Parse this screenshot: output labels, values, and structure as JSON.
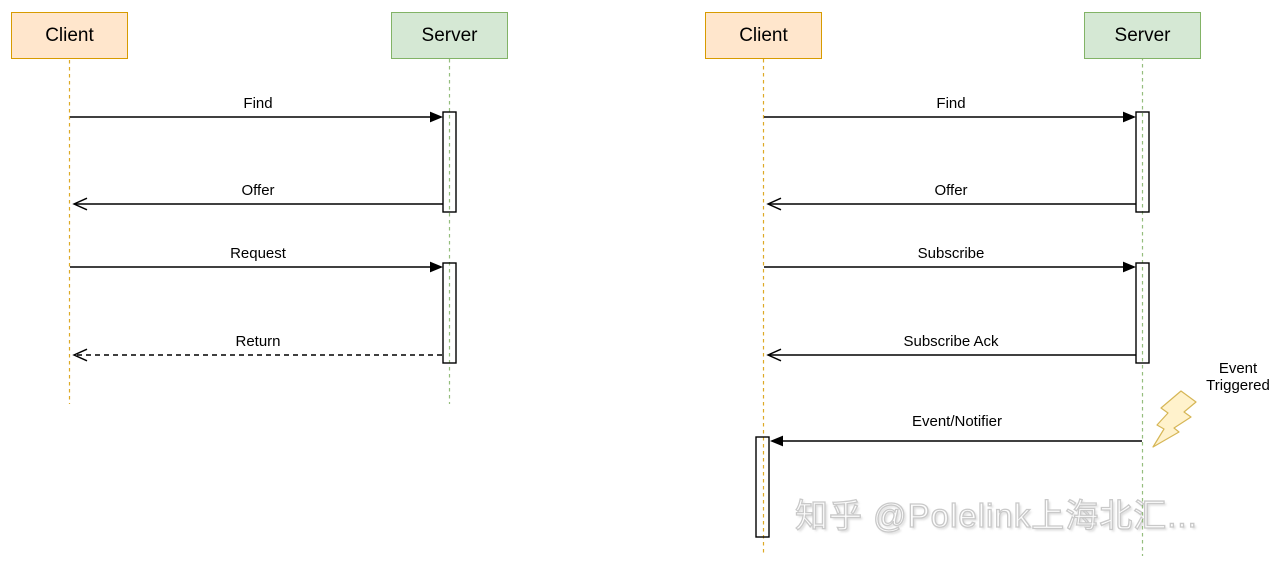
{
  "left_diagram": {
    "client_label": "Client",
    "server_label": "Server",
    "messages": {
      "find": "Find",
      "offer": "Offer",
      "request": "Request",
      "return": "Return"
    }
  },
  "right_diagram": {
    "client_label": "Client",
    "server_label": "Server",
    "messages": {
      "find": "Find",
      "offer": "Offer",
      "subscribe": "Subscribe",
      "subscribe_ack": "Subscribe Ack",
      "event_notifier": "Event/Notifier"
    },
    "annotation": "Event Triggered"
  },
  "watermark": "知乎 @Polelink上海北汇...",
  "colors": {
    "client_fill": "#ffe6cc",
    "client_stroke": "#d79b00",
    "server_fill": "#d5e8d4",
    "server_stroke": "#82b366",
    "bolt_fill": "#fff2cc",
    "bolt_stroke": "#d6b656"
  }
}
